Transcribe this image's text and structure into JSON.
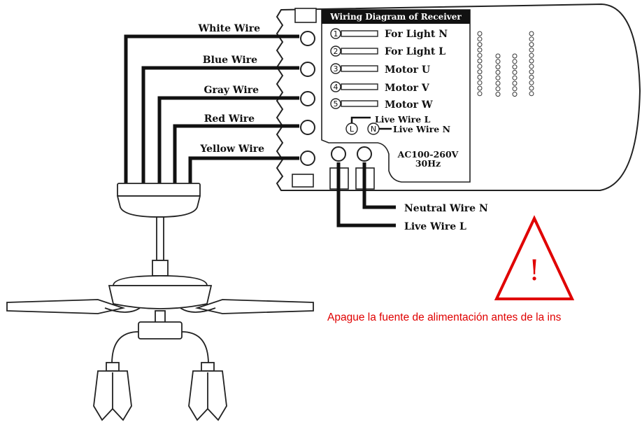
{
  "receiver": {
    "header": "Wiring Diagram of Receiver",
    "terminals": [
      {
        "num": "1",
        "label": "For Light N"
      },
      {
        "num": "2",
        "label": "For Light L"
      },
      {
        "num": "3",
        "label": "Motor U"
      },
      {
        "num": "4",
        "label": "Motor V"
      },
      {
        "num": "5",
        "label": "Motor W"
      }
    ],
    "live_in": {
      "symbol": "L",
      "label": "Live Wire L"
    },
    "neutral_in": {
      "symbol": "N",
      "label": "Live Wire N"
    },
    "voltage": "AC100-260V",
    "frequency": "30Hz"
  },
  "fan_wires": [
    {
      "label": "White Wire"
    },
    {
      "label": "Blue Wire"
    },
    {
      "label": "Gray Wire"
    },
    {
      "label": "Red Wire"
    },
    {
      "label": "Yellow Wire"
    }
  ],
  "supply": {
    "neutral_label": "Neutral Wire N",
    "live_label": "Live Wire L"
  },
  "warning": {
    "symbol": "!",
    "text": "Apague la fuente de alimentación antes de la ins",
    "color": "#e00000"
  }
}
